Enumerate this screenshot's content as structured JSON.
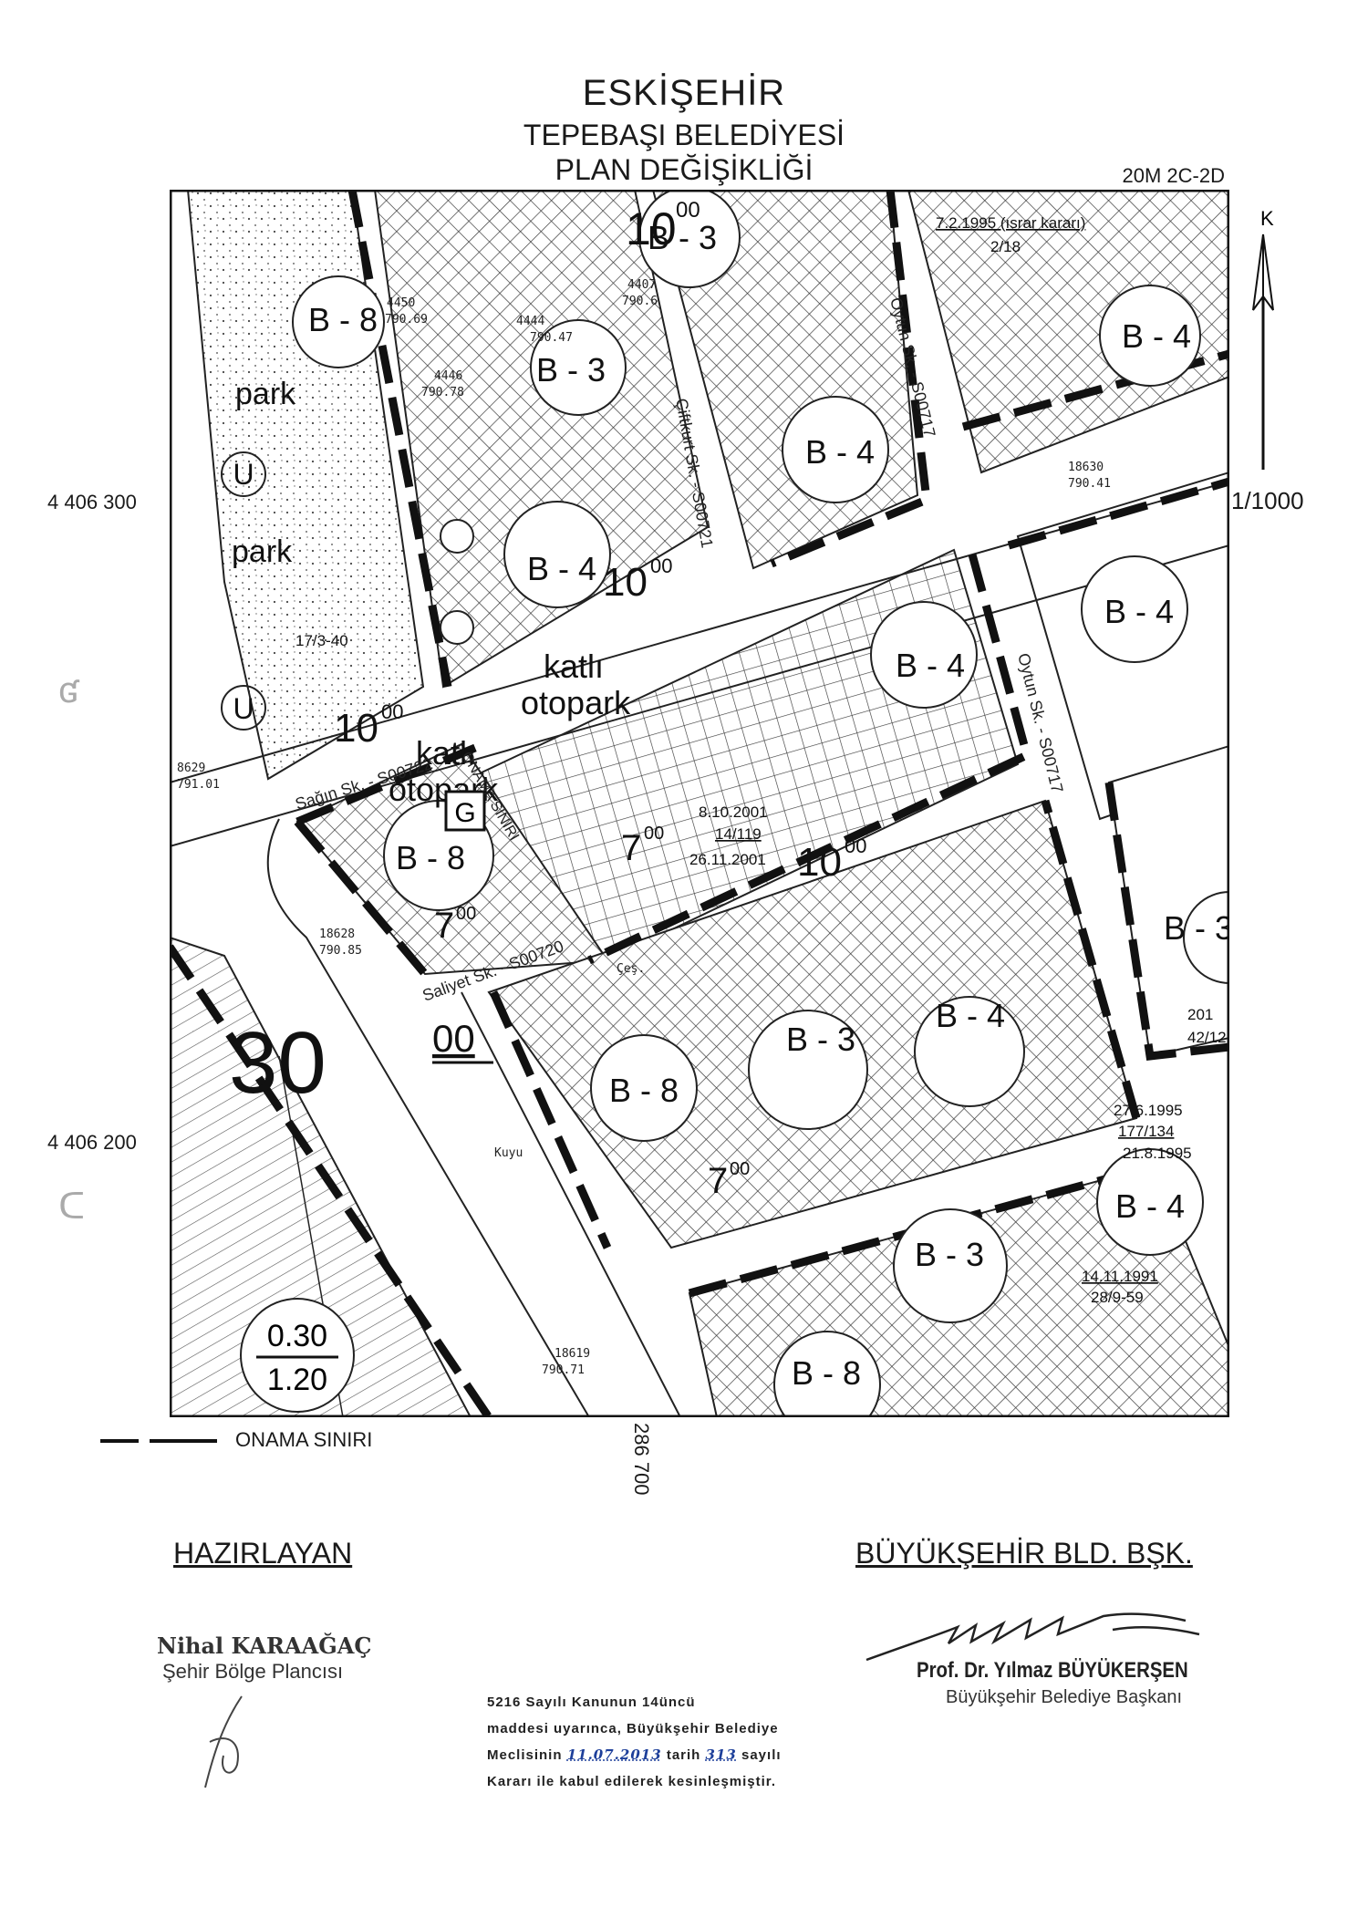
{
  "header": {
    "city": "ESKİŞEHİR",
    "municipality": "TEPEBAŞI BELEDİYESİ",
    "subject": "PLAN DEĞİŞİKLİĞİ",
    "sheet_ref": "20M 2C-2D"
  },
  "map": {
    "north_label": "K",
    "scale": "1/1000",
    "coord_north_1": "4 406 300",
    "coord_north_2": "4 406 200",
    "coord_east": "286 700",
    "streets": [
      "Sağın Sk. - S00722",
      "Saliyet Sk. - S00720",
      "Çiftkurt Sk. - S00721",
      "Oytun Sk. - S00717",
      "Oytun Sk. - S00717"
    ],
    "zone_labels": [
      "B - 3",
      "B - 8",
      "B - 3",
      "B - 4",
      "B - 4",
      "B - 4",
      "B - 4",
      "B - 4",
      "B - 8",
      "B - 8",
      "B - 3",
      "B - 4",
      "B - 4",
      "B - 3",
      "B - 8",
      "B - 3"
    ],
    "widths": {
      "w1": "10",
      "w1_sup": "00",
      "w2": "10",
      "w2_sup": "00",
      "w3": "10",
      "w3_sup": "00",
      "w4": "7",
      "w4_sup": "00",
      "w5": "7",
      "w5_sup": "00",
      "w6": "10",
      "w6_sup": "00",
      "w7": "7",
      "w7_sup": "00",
      "w_main": "30",
      "w_main_sup": "00"
    },
    "park_labels": [
      "park",
      "park"
    ],
    "park_symbol": "U",
    "parking": [
      "katlı",
      "otopark",
      "katlı",
      "otopark"
    ],
    "garage_symbol": "G",
    "onama_text": "ONAMA SINIRI",
    "decision_refs": [
      "7.2.1995 (ısrar kararı)",
      "2/18",
      "8.10.2001",
      "14/119",
      "26.11.2001",
      "27.6.1995",
      "177/134",
      "21.8.1995",
      "14.11.1991",
      "28/9-59",
      "17/3-40",
      "201",
      "42/12"
    ],
    "parcels": [
      "4450",
      "790.69",
      "4444",
      "790.47",
      "4446",
      "790.78",
      "4407",
      "790.6",
      "18630",
      "790.41",
      "8629",
      "791.01",
      "18628",
      "790.85",
      "18619",
      "790.71",
      "Kuyu",
      "Çeş."
    ],
    "density_top": "0.30",
    "density_bottom": "1.20"
  },
  "legend": {
    "label": "ONAMA SINIRI"
  },
  "signatures": {
    "prepared_heading": "HAZIRLAYAN",
    "planner_name": "Nihal KARAAĞAÇ",
    "planner_title": "Şehir Bölge Plancısı",
    "mayor_heading": "BÜYÜKŞEHİR BLD. BŞK.",
    "mayor_name": "Prof. Dr. Yılmaz BÜYÜKERŞEN",
    "mayor_title": "Büyükşehir Belediye Başkanı"
  },
  "approval": {
    "line1": "5216 Sayılı Kanunun 14üncü",
    "line2": "maddesi uyarınca, Büyükşehir Belediye",
    "line3_a": "Meclisinin",
    "date": "11.07.2013",
    "line3_b": "tarih",
    "decision_no": "313",
    "line3_c": "sayılı",
    "line4": "Kararı ile kabul edilerek kesinleşmiştir."
  },
  "colors": {
    "ink": "#1a1a1a",
    "pen_blue": "#1d3f9a",
    "paper": "#ffffff"
  }
}
